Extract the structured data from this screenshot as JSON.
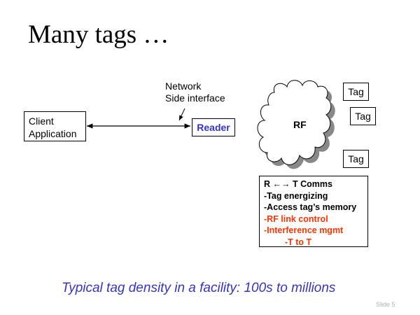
{
  "slide": {
    "title": "Many tags …",
    "slide_number": "Slide 5"
  },
  "diagram": {
    "client": {
      "line1": "Client",
      "line2": "Application"
    },
    "network_label": {
      "line1": "Network",
      "line2": "Side interface"
    },
    "reader": "Reader",
    "rf": "RF",
    "tags": [
      "Tag",
      "Tag",
      "Tag"
    ]
  },
  "comms": {
    "heading": "R ←→ T Comms",
    "items": [
      {
        "text": "-Tag energizing",
        "color": "#000000"
      },
      {
        "text": "-Access tag’s memory",
        "color": "#000000"
      },
      {
        "text": "-RF link control",
        "color": "#ff3300"
      },
      {
        "text": "-Interference mgmt",
        "color": "#ff3300"
      },
      {
        "text": "-T to T",
        "color": "#ff3300"
      }
    ]
  },
  "footer_note": "Typical tag density in a facility: 100s to millions",
  "colors": {
    "accent_blue": "#3333cc",
    "accent_red": "#ff3300"
  }
}
